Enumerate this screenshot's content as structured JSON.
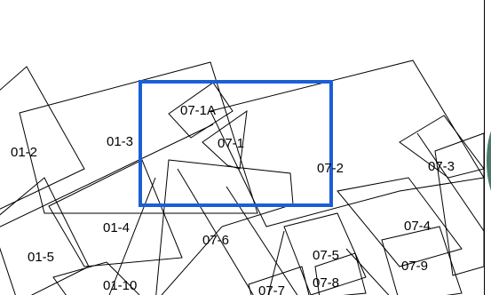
{
  "map": {
    "selection": {
      "color": "#1a5fd6"
    },
    "side_tab": {
      "color": "#4b7a6d"
    },
    "parcel_labels": {
      "p01_2": "01-2",
      "p01_3": "01-3",
      "p01_4": "01-4",
      "p01_5": "01-5",
      "p01_10": "01-10",
      "p07_1a": "07-1A",
      "p07_1": "07-1",
      "p07_2": "07-2",
      "p07_3": "07-3",
      "p07_4": "07-4",
      "p07_5": "07-5",
      "p07_6": "07-6",
      "p07_7": "07-7",
      "p07_8": "07-8",
      "p07_9": "07-9"
    }
  }
}
